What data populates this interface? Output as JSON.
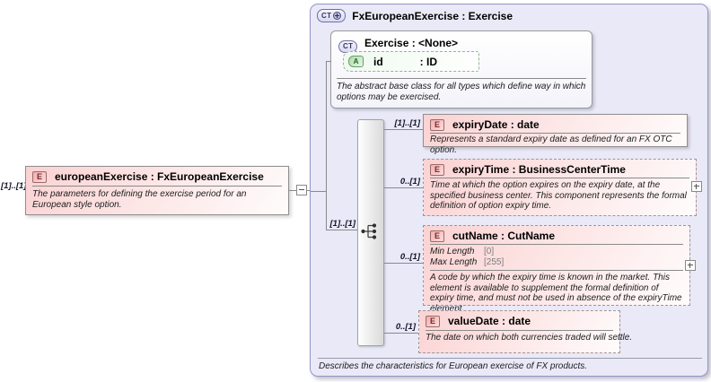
{
  "source": {
    "cardinality": "[1]..[1]",
    "icon": "E",
    "title": "europeanExercise : FxEuropeanExercise",
    "description": "The parameters for defining the exercise period for an European style option."
  },
  "type_box": {
    "icon": "CT",
    "title": "FxEuropeanExercise : Exercise",
    "footer": "Describes the characteristics for European exercise of FX products.",
    "base": {
      "icon": "CT",
      "title": "Exercise : <None>",
      "attr_icon": "A",
      "attr_name": "id",
      "attr_type": ": ID",
      "description": "The abstract base class for all types which define way in which options may be exercised."
    },
    "sequence_cardinality": "[1]..[1]",
    "children": [
      {
        "icon": "E",
        "cardinality": "[1]..[1]",
        "title": "expiryDate : date",
        "description": "Represents a standard expiry date as defined for an FX OTC option."
      },
      {
        "icon": "E",
        "cardinality": "0..[1]",
        "title": "expiryTime : BusinessCenterTime",
        "description": "Time at which the option expires on the expiry date, at the specified business center. This component represents the formal definition of option expiry time."
      },
      {
        "icon": "E",
        "cardinality": "0..[1]",
        "title": "cutName : CutName",
        "facets": [
          {
            "name": "Min Length",
            "value": "[0]"
          },
          {
            "name": "Max Length",
            "value": "[255]"
          }
        ],
        "description": "A code by which the expiry time is known in the market. This element is available to supplement the formal definition of expiry time, and must not be used in absence of the expiryTime element."
      },
      {
        "icon": "E",
        "cardinality": "0..[1]",
        "title": "valueDate : date",
        "description": "The date on which both currencies traded will settle."
      }
    ]
  },
  "colors": {
    "element_fill": "#fbd2d2",
    "type_fill": "#e9e9f8",
    "attribute_fill": "#effaef",
    "border_gray": "#8f8f8f",
    "type_border": "#9595c8",
    "facet_value_gray": "#7d7d7d"
  }
}
